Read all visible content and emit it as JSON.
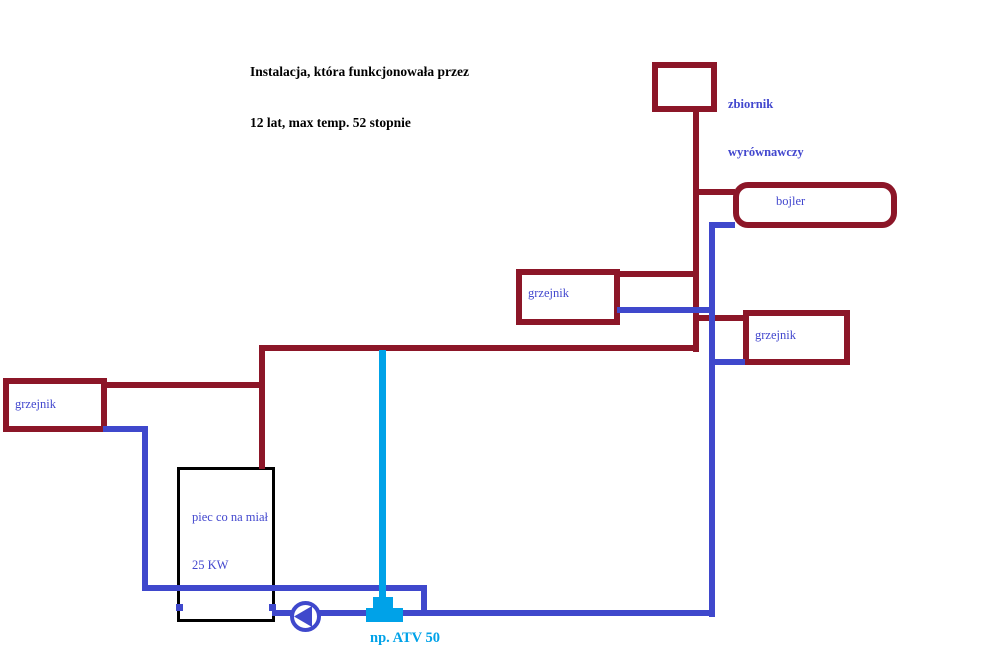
{
  "title": {
    "line1": "Instalacja, która funkcjonowała przez",
    "line2": "12 lat, max temp. 52 stopnie"
  },
  "components": {
    "expansion_tank": {
      "label_line1": "zbiornik",
      "label_line2": "wyrównawczy"
    },
    "boiler": {
      "label": "bojler"
    },
    "radiator_left": {
      "label": "grzejnik"
    },
    "radiator_middle": {
      "label": "grzejnik"
    },
    "radiator_right": {
      "label": "grzejnik"
    },
    "furnace": {
      "label_line1": "piec co na miał",
      "label_line2": "25 KW"
    },
    "mixing_valve": {
      "label": "np. ATV 50"
    }
  },
  "colors": {
    "supply_pipe": "#8C1628",
    "return_pipe": "#3F48CC",
    "valve_pipe": "#00A2E8",
    "component_label": "#4247CE",
    "title_text": "#000000",
    "furnace_border": "#000000",
    "background": "#FFFFFF"
  }
}
